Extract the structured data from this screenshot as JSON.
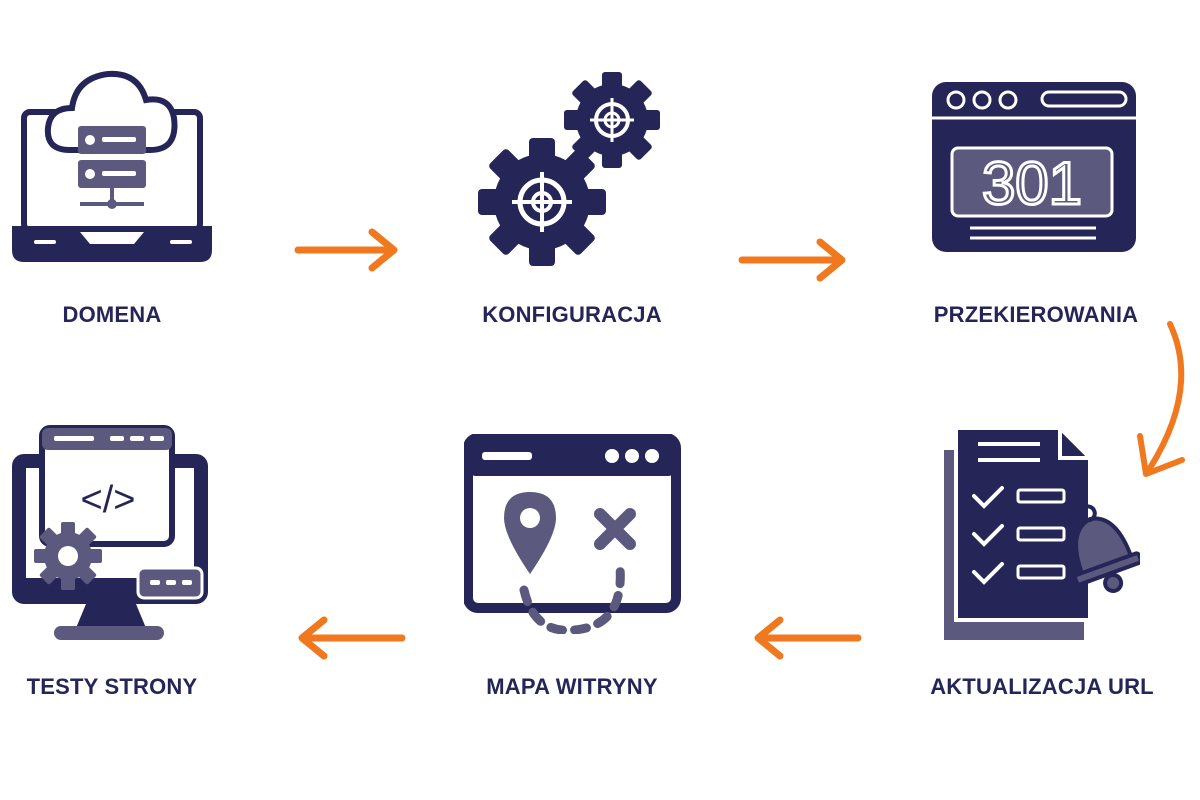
{
  "colors": {
    "navy": "#252558",
    "slate": "#5b5a7e",
    "orange": "#f0781e",
    "white": "#ffffff"
  },
  "steps": [
    {
      "label": "DOMENA",
      "icon": "laptop-cloud-server-icon"
    },
    {
      "label": "KONFIGURACJA",
      "icon": "gears-icon"
    },
    {
      "label": "PRZEKIEROWANIA",
      "icon": "browser-301-redirect-icon"
    },
    {
      "label": "AKTUALIZACJA URL",
      "icon": "checklist-bell-icon"
    },
    {
      "label": "MAPA WITRYNY",
      "icon": "browser-map-route-icon"
    },
    {
      "label": "TESTY STRONY",
      "icon": "monitor-code-gear-icon"
    }
  ],
  "redirect_code": "301"
}
